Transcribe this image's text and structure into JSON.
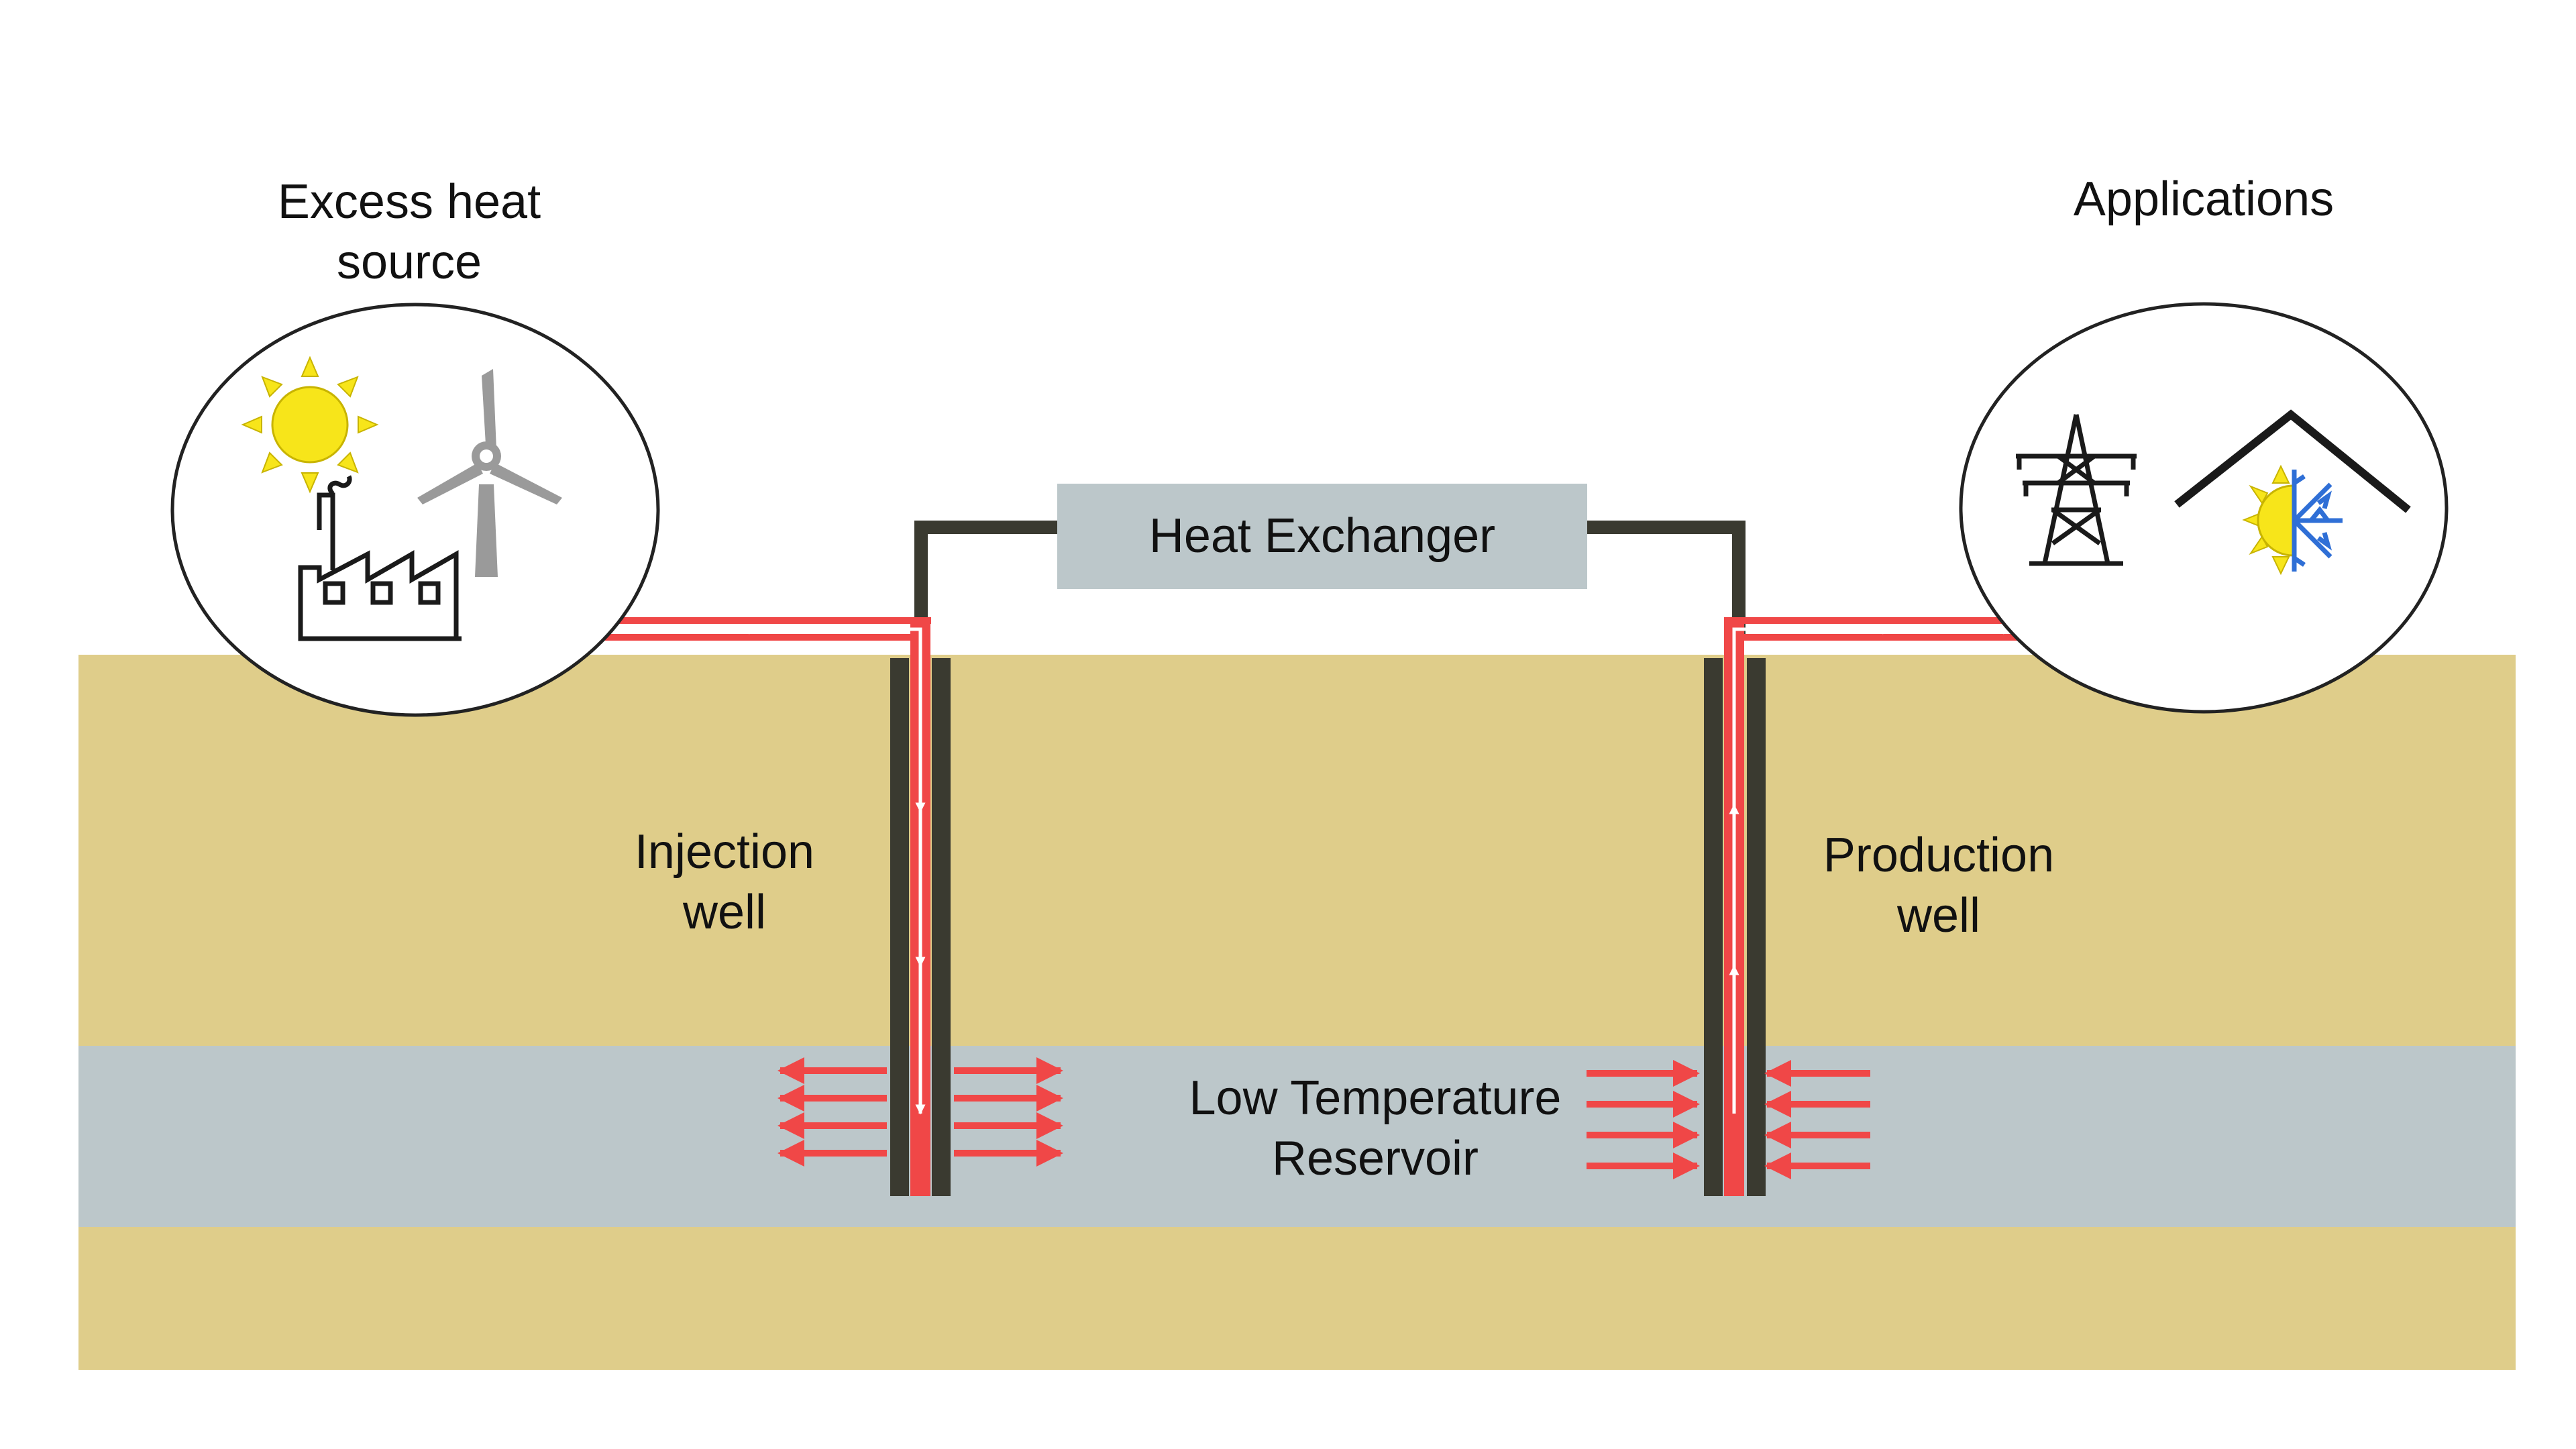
{
  "labels": {
    "heat_source": {
      "line1": "Excess heat",
      "line2": "source"
    },
    "applications": "Applications",
    "heat_exchanger": "Heat Exchanger",
    "injection_well": {
      "line1": "Injection",
      "line2": "well"
    },
    "production_well": {
      "line1": "Production",
      "line2": "well"
    },
    "reservoir": {
      "line1": "Low Temperature",
      "line2": "Reservoir"
    }
  },
  "icons": {
    "heat_source": [
      "sun-icon",
      "wind-turbine-icon",
      "factory-icon"
    ],
    "applications": [
      "power-pylon-icon",
      "house-heating-cooling-icon"
    ]
  },
  "colors": {
    "ground": "#dfcd8a",
    "reservoir": "#bcc7ca",
    "heat_exchanger": "#bcc7ca",
    "pipe": "#3a3a30",
    "flow": "#f04747",
    "sun": "#f7e51a",
    "snowflake": "#2f6fd6"
  }
}
